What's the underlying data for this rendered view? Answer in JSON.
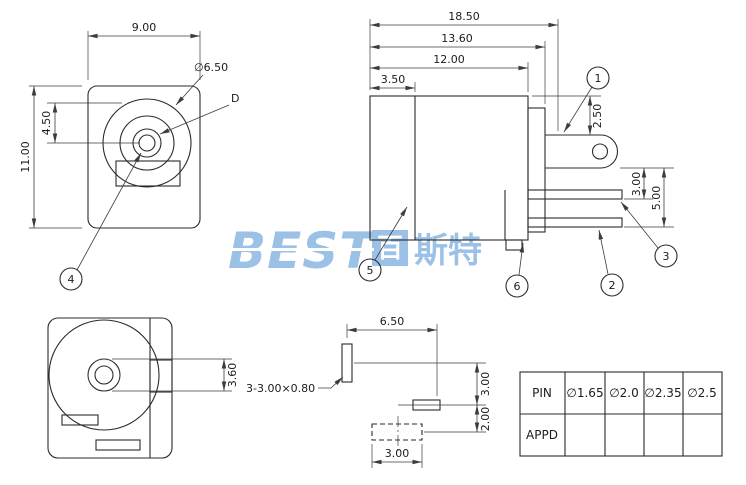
{
  "colors": {
    "line": "#2b2b2b",
    "watermark": "#4a8fd4"
  },
  "watermark": {
    "brand": "BEST",
    "cn_box": "百",
    "cn_rest": "斯特"
  },
  "front_view": {
    "dim_width": "9.00",
    "dim_height": "11.00",
    "dim_center_offset": "4.50",
    "dim_diameter": "∅6.50",
    "label_d": "D",
    "balloon_4": "4"
  },
  "side_view": {
    "dim_total_length": "18.50",
    "dim_flange": "13.60",
    "dim_body": "12.00",
    "dim_barrel": "3.50",
    "dim_tab_offset": "2.50",
    "dim_pin_upper": "3.00",
    "dim_pin_lower": "5.00",
    "balloon_1": "1",
    "balloon_2": "2",
    "balloon_3": "3",
    "balloon_5": "5",
    "balloon_6": "6"
  },
  "bottom_view": {
    "dim_hole": "3.60"
  },
  "footprint_view": {
    "dim_span": "6.50",
    "dim_row_upper": "3.00",
    "dim_row_lower": "2.00",
    "dim_pad_width": "3.00",
    "note": "3-3.00×0.80"
  },
  "table": {
    "row_pin_label": "PIN",
    "row_appd_label": "APPD",
    "pin_values": [
      "∅1.65",
      "∅2.0",
      "∅2.35",
      "∅2.5"
    ]
  }
}
